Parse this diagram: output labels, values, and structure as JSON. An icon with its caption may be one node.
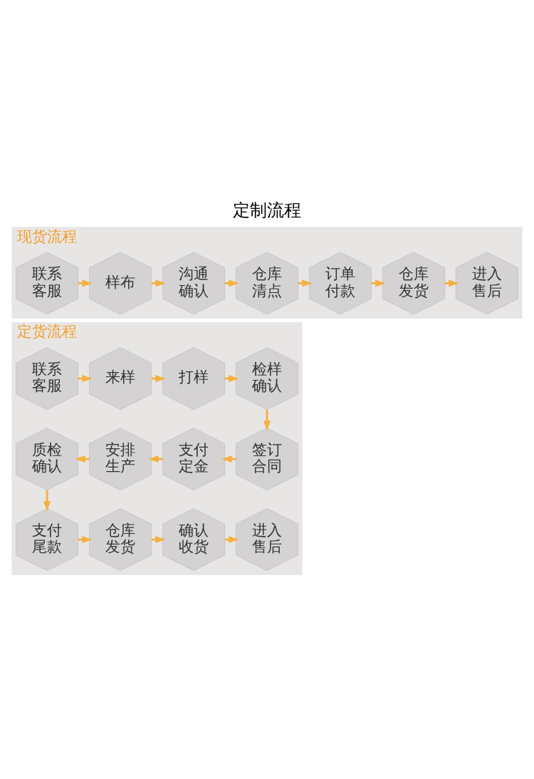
{
  "diagram": {
    "title": "定制流程",
    "nodes": [
      {
        "text": [
          "现货流程"
        ]
      },
      {
        "text": [
          "联系客服"
        ],
        "in": 0
      },
      {
        "text": [
          "样布"
        ],
        "in": 0
      },
      {
        "text": [
          "沟通确认"
        ],
        "in": 0
      },
      {
        "text": [
          "仓库清点"
        ],
        "in": 0
      },
      {
        "text": [
          "订单付款"
        ],
        "in": 0
      },
      {
        "text": [
          "仓库发货"
        ],
        "in": 0
      },
      {
        "text": [
          "进入售后"
        ],
        "in": 0
      },
      {
        "text": [
          "定货流程"
        ]
      },
      {
        "text": [
          "联系客服"
        ],
        "in": 8
      },
      {
        "text": [
          "来样"
        ],
        "in": 8
      },
      {
        "text": [
          "打样"
        ],
        "in": 8
      },
      {
        "text": [
          "检样确认"
        ],
        "in": 8
      },
      {
        "text": [
          "质检确认"
        ],
        "in": 8
      },
      {
        "text": [
          "安排生产"
        ],
        "in": 8
      },
      {
        "text": [
          "支付定金"
        ],
        "in": 8
      },
      {
        "text": [
          "签订合同"
        ],
        "in": 8
      },
      {
        "text": [
          "支付尾款"
        ],
        "in": 8
      },
      {
        "text": [
          "仓库发货"
        ],
        "in": 8
      },
      {
        "text": [
          "确认收货"
        ],
        "in": 8
      },
      {
        "text": [
          "进入售后"
        ],
        "in": 8
      }
    ],
    "edges": [
      {
        "from": 1,
        "to": 2,
        "arrow": "to"
      },
      {
        "from": 2,
        "to": 3,
        "arrow": "to"
      },
      {
        "from": 3,
        "to": 4,
        "arrow": "to"
      },
      {
        "from": 4,
        "to": 5,
        "arrow": "to"
      },
      {
        "from": 5,
        "to": 6,
        "arrow": "to"
      },
      {
        "from": 6,
        "to": 7,
        "arrow": "to"
      },
      {
        "from": 9,
        "to": 10,
        "arrow": "to"
      },
      {
        "from": 10,
        "to": 11,
        "arrow": "to"
      },
      {
        "from": 11,
        "to": 12,
        "arrow": "to"
      },
      {
        "from": 12,
        "to": 16,
        "arrow": "to"
      },
      {
        "from": 16,
        "to": 15,
        "arrow": "to"
      },
      {
        "from": 15,
        "to": 14,
        "arrow": "to"
      },
      {
        "from": 14,
        "to": 13,
        "arrow": "to"
      },
      {
        "from": 13,
        "to": 17,
        "arrow": "to"
      },
      {
        "from": 17,
        "to": 18,
        "arrow": "to"
      },
      {
        "from": 18,
        "to": 19,
        "arrow": "to"
      },
      {
        "from": 19,
        "to": 20,
        "arrow": "to"
      }
    ]
  }
}
